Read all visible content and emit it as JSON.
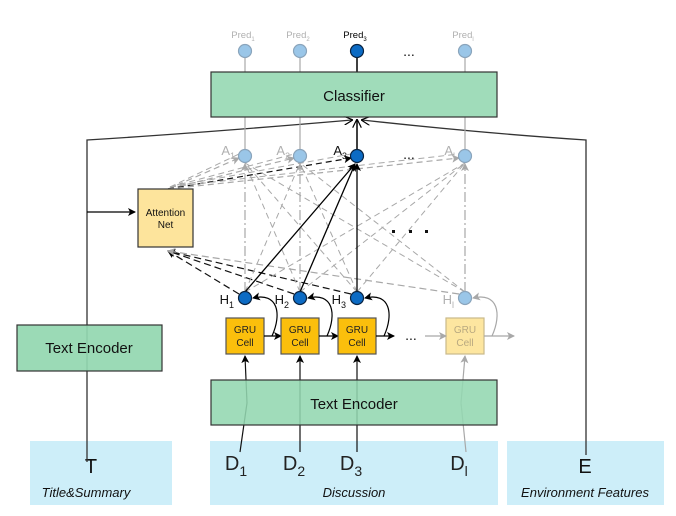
{
  "title": "Model architecture diagram",
  "colors": {
    "green_box": "#93d7b0",
    "input_box": "#cdeef9",
    "gru_active": "#fbbf0c",
    "gru_faded": "#fde6a0",
    "attention_box": "#fde49c",
    "node_active": "#0c6bc4",
    "node_faded": "#9ac6e8",
    "line_black": "#000000",
    "line_gray": "#a8a8a8"
  },
  "classifier": {
    "label": "Classifier"
  },
  "attention_net": {
    "label_line1": "Attention",
    "label_line2": "Net"
  },
  "text_encoder_left": {
    "label": "Text Encoder"
  },
  "text_encoder_bottom": {
    "label": "Text Encoder"
  },
  "predictions": [
    {
      "base": "Pred",
      "sub": "1",
      "active": false
    },
    {
      "base": "Pred",
      "sub": "2",
      "active": false
    },
    {
      "base": "Pred",
      "sub": "3",
      "active": true
    },
    {
      "base": "Pred",
      "sub": "l",
      "active": false
    }
  ],
  "attention_outputs": [
    {
      "base": "A",
      "sub": "1",
      "active": false
    },
    {
      "base": "A",
      "sub": "2",
      "active": false
    },
    {
      "base": "A",
      "sub": "3",
      "active": true
    },
    {
      "base": "A",
      "sub": "l",
      "active": false
    }
  ],
  "hidden_states": [
    {
      "base": "H",
      "sub": "1",
      "active": true
    },
    {
      "base": "H",
      "sub": "2",
      "active": true
    },
    {
      "base": "H",
      "sub": "3",
      "active": true
    },
    {
      "base": "H",
      "sub": "l",
      "active": false
    }
  ],
  "gru_cells": [
    {
      "line1": "GRU",
      "line2": "Cell",
      "active": true
    },
    {
      "line1": "GRU",
      "line2": "Cell",
      "active": true
    },
    {
      "line1": "GRU",
      "line2": "Cell",
      "active": true
    },
    {
      "line1": "GRU",
      "line2": "Cell",
      "active": false
    }
  ],
  "ellipsis": "...",
  "inputs": {
    "title_summary": {
      "symbol": "T",
      "caption": "Title&Summary"
    },
    "discussion": {
      "caption": "Discussion",
      "items": [
        {
          "base": "D",
          "sub": "1"
        },
        {
          "base": "D",
          "sub": "2"
        },
        {
          "base": "D",
          "sub": "3"
        },
        {
          "base": "D",
          "sub": "l"
        }
      ]
    },
    "environment": {
      "symbol": "E",
      "caption": "Environment Features"
    }
  }
}
